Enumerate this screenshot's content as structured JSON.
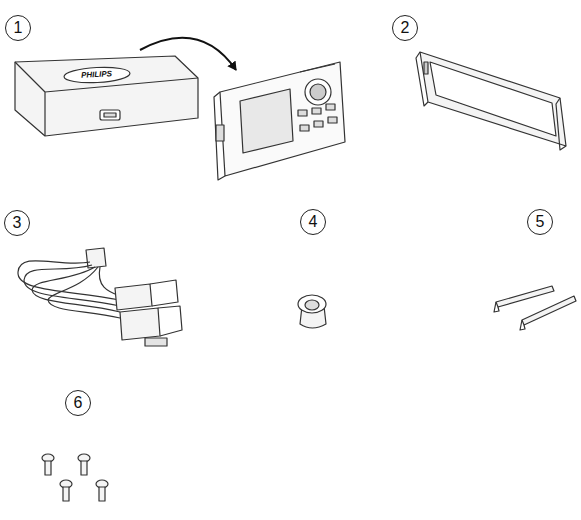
{
  "diagram": {
    "nodes": [
      {
        "text": [
          "1"
        ]
      },
      {
        "text": [
          "2"
        ]
      },
      {
        "text": [
          "3"
        ]
      },
      {
        "text": [
          "4"
        ]
      },
      {
        "text": [
          "5"
        ]
      },
      {
        "text": [
          "6"
        ]
      }
    ],
    "labels": [
      "PHILIPS"
    ]
  }
}
